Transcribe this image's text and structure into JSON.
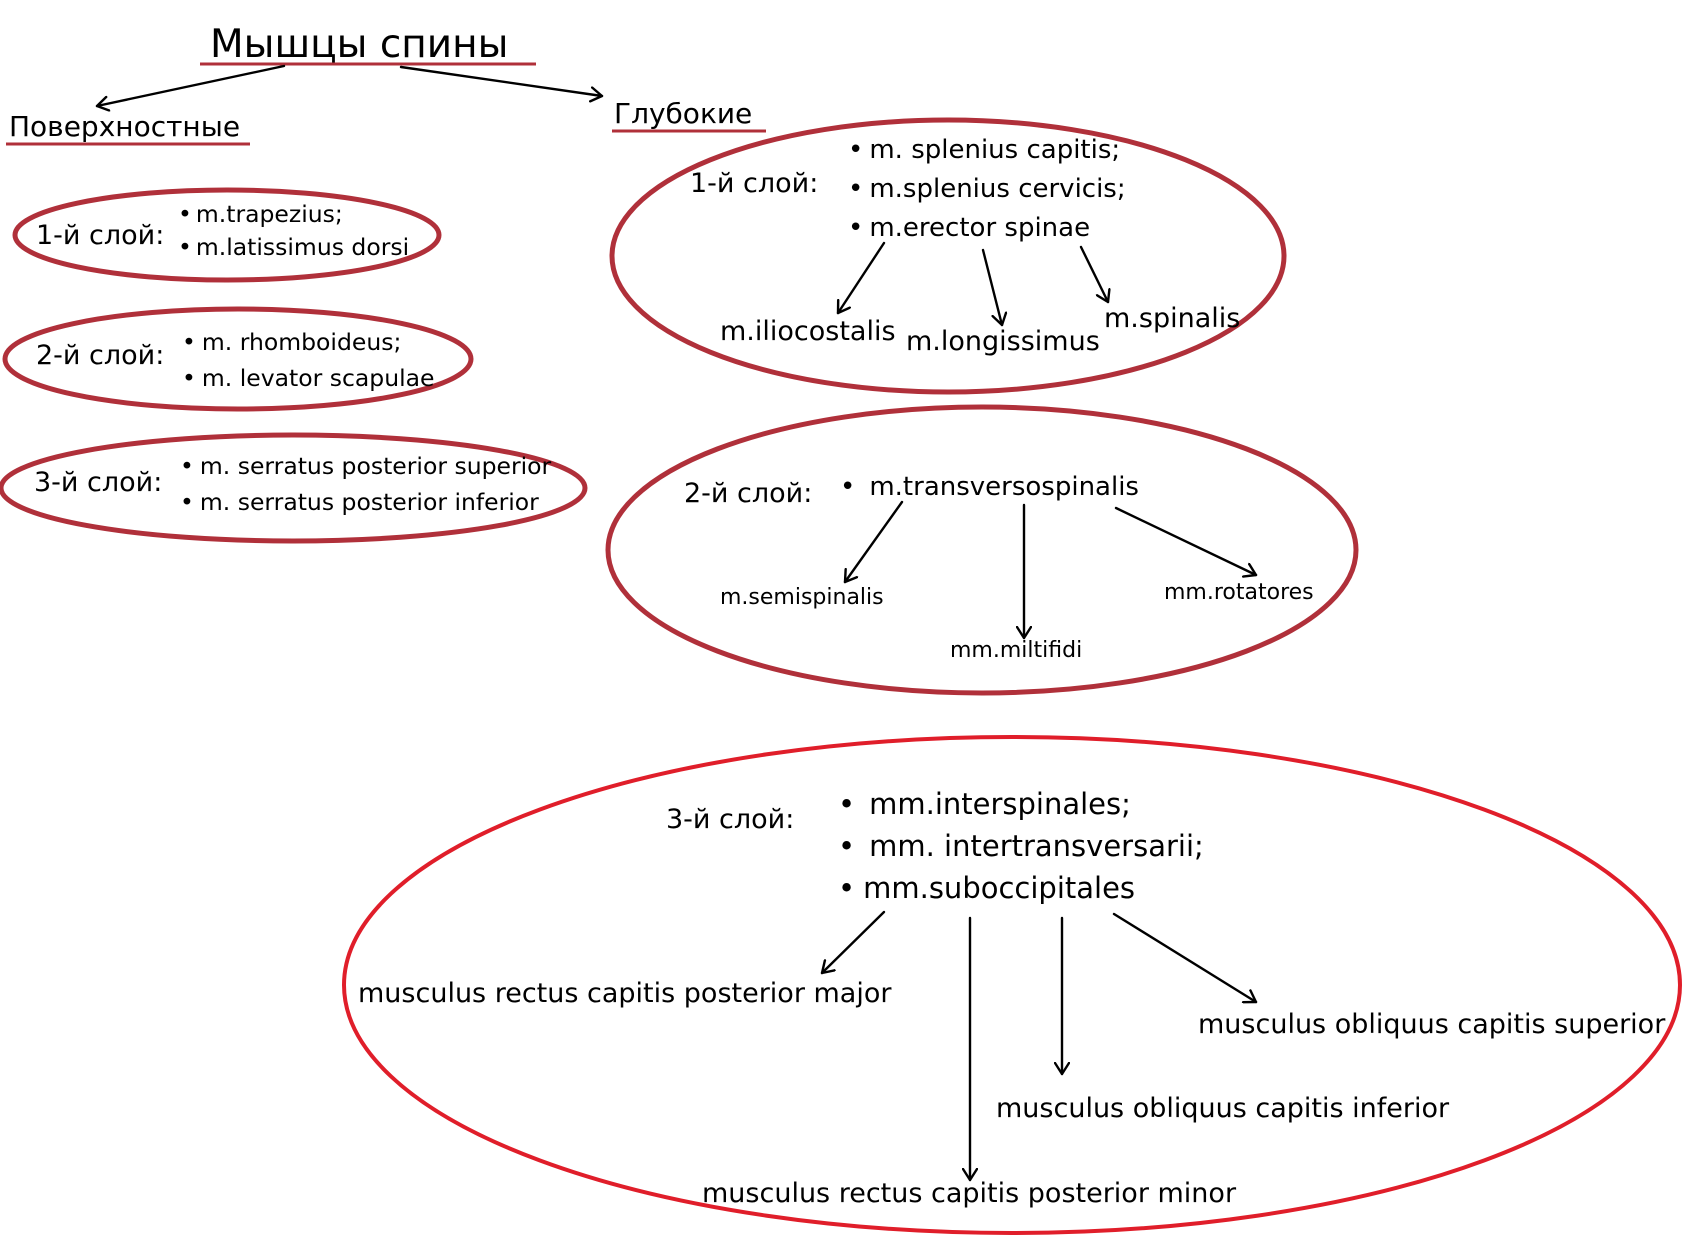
{
  "colors": {
    "ring_dark": "#b0303a",
    "ring_red": "#e01e2a",
    "underline": "#b0303a",
    "ink": "#000000",
    "background": "#ffffff"
  },
  "title": "Мышцы спины",
  "groups": {
    "superficial": "Поверхностные",
    "deep": "Глубокие"
  },
  "superficial": {
    "layer1": {
      "label": "1-й слой:",
      "items": [
        "m.trapezius;",
        "m.latissimus dorsi"
      ]
    },
    "layer2": {
      "label": "2-й слой:",
      "items": [
        "m. rhomboideus;",
        "m. levator scapulae"
      ]
    },
    "layer3": {
      "label": "3-й слой:",
      "items": [
        "m. serratus posterior superior",
        "m. serratus posterior inferior"
      ]
    }
  },
  "deep": {
    "layer1": {
      "label": "1-й слой:",
      "items": [
        "m. splenius capitis;",
        "m.splenius cervicis;",
        "m.erector spinae"
      ],
      "branches": [
        "m.iliocostalis",
        "m.longissimus",
        "m.spinalis"
      ]
    },
    "layer2": {
      "label": "2-й слой:",
      "items": [
        "m.transversospinalis"
      ],
      "branches": [
        "m.semispinalis",
        "mm.miltifidi",
        "mm.rotatores"
      ]
    },
    "layer3": {
      "label": "3-й слой:",
      "items": [
        "mm.interspinales;",
        "mm. intertransversarii;",
        "mm.suboccipitales"
      ],
      "branches": [
        "musculus rectus capitis posterior major",
        "musculus obliquus capitis superior",
        "musculus obliquus capitis inferior",
        "musculus rectus capitis posterior minor"
      ]
    }
  },
  "bullet": "•"
}
